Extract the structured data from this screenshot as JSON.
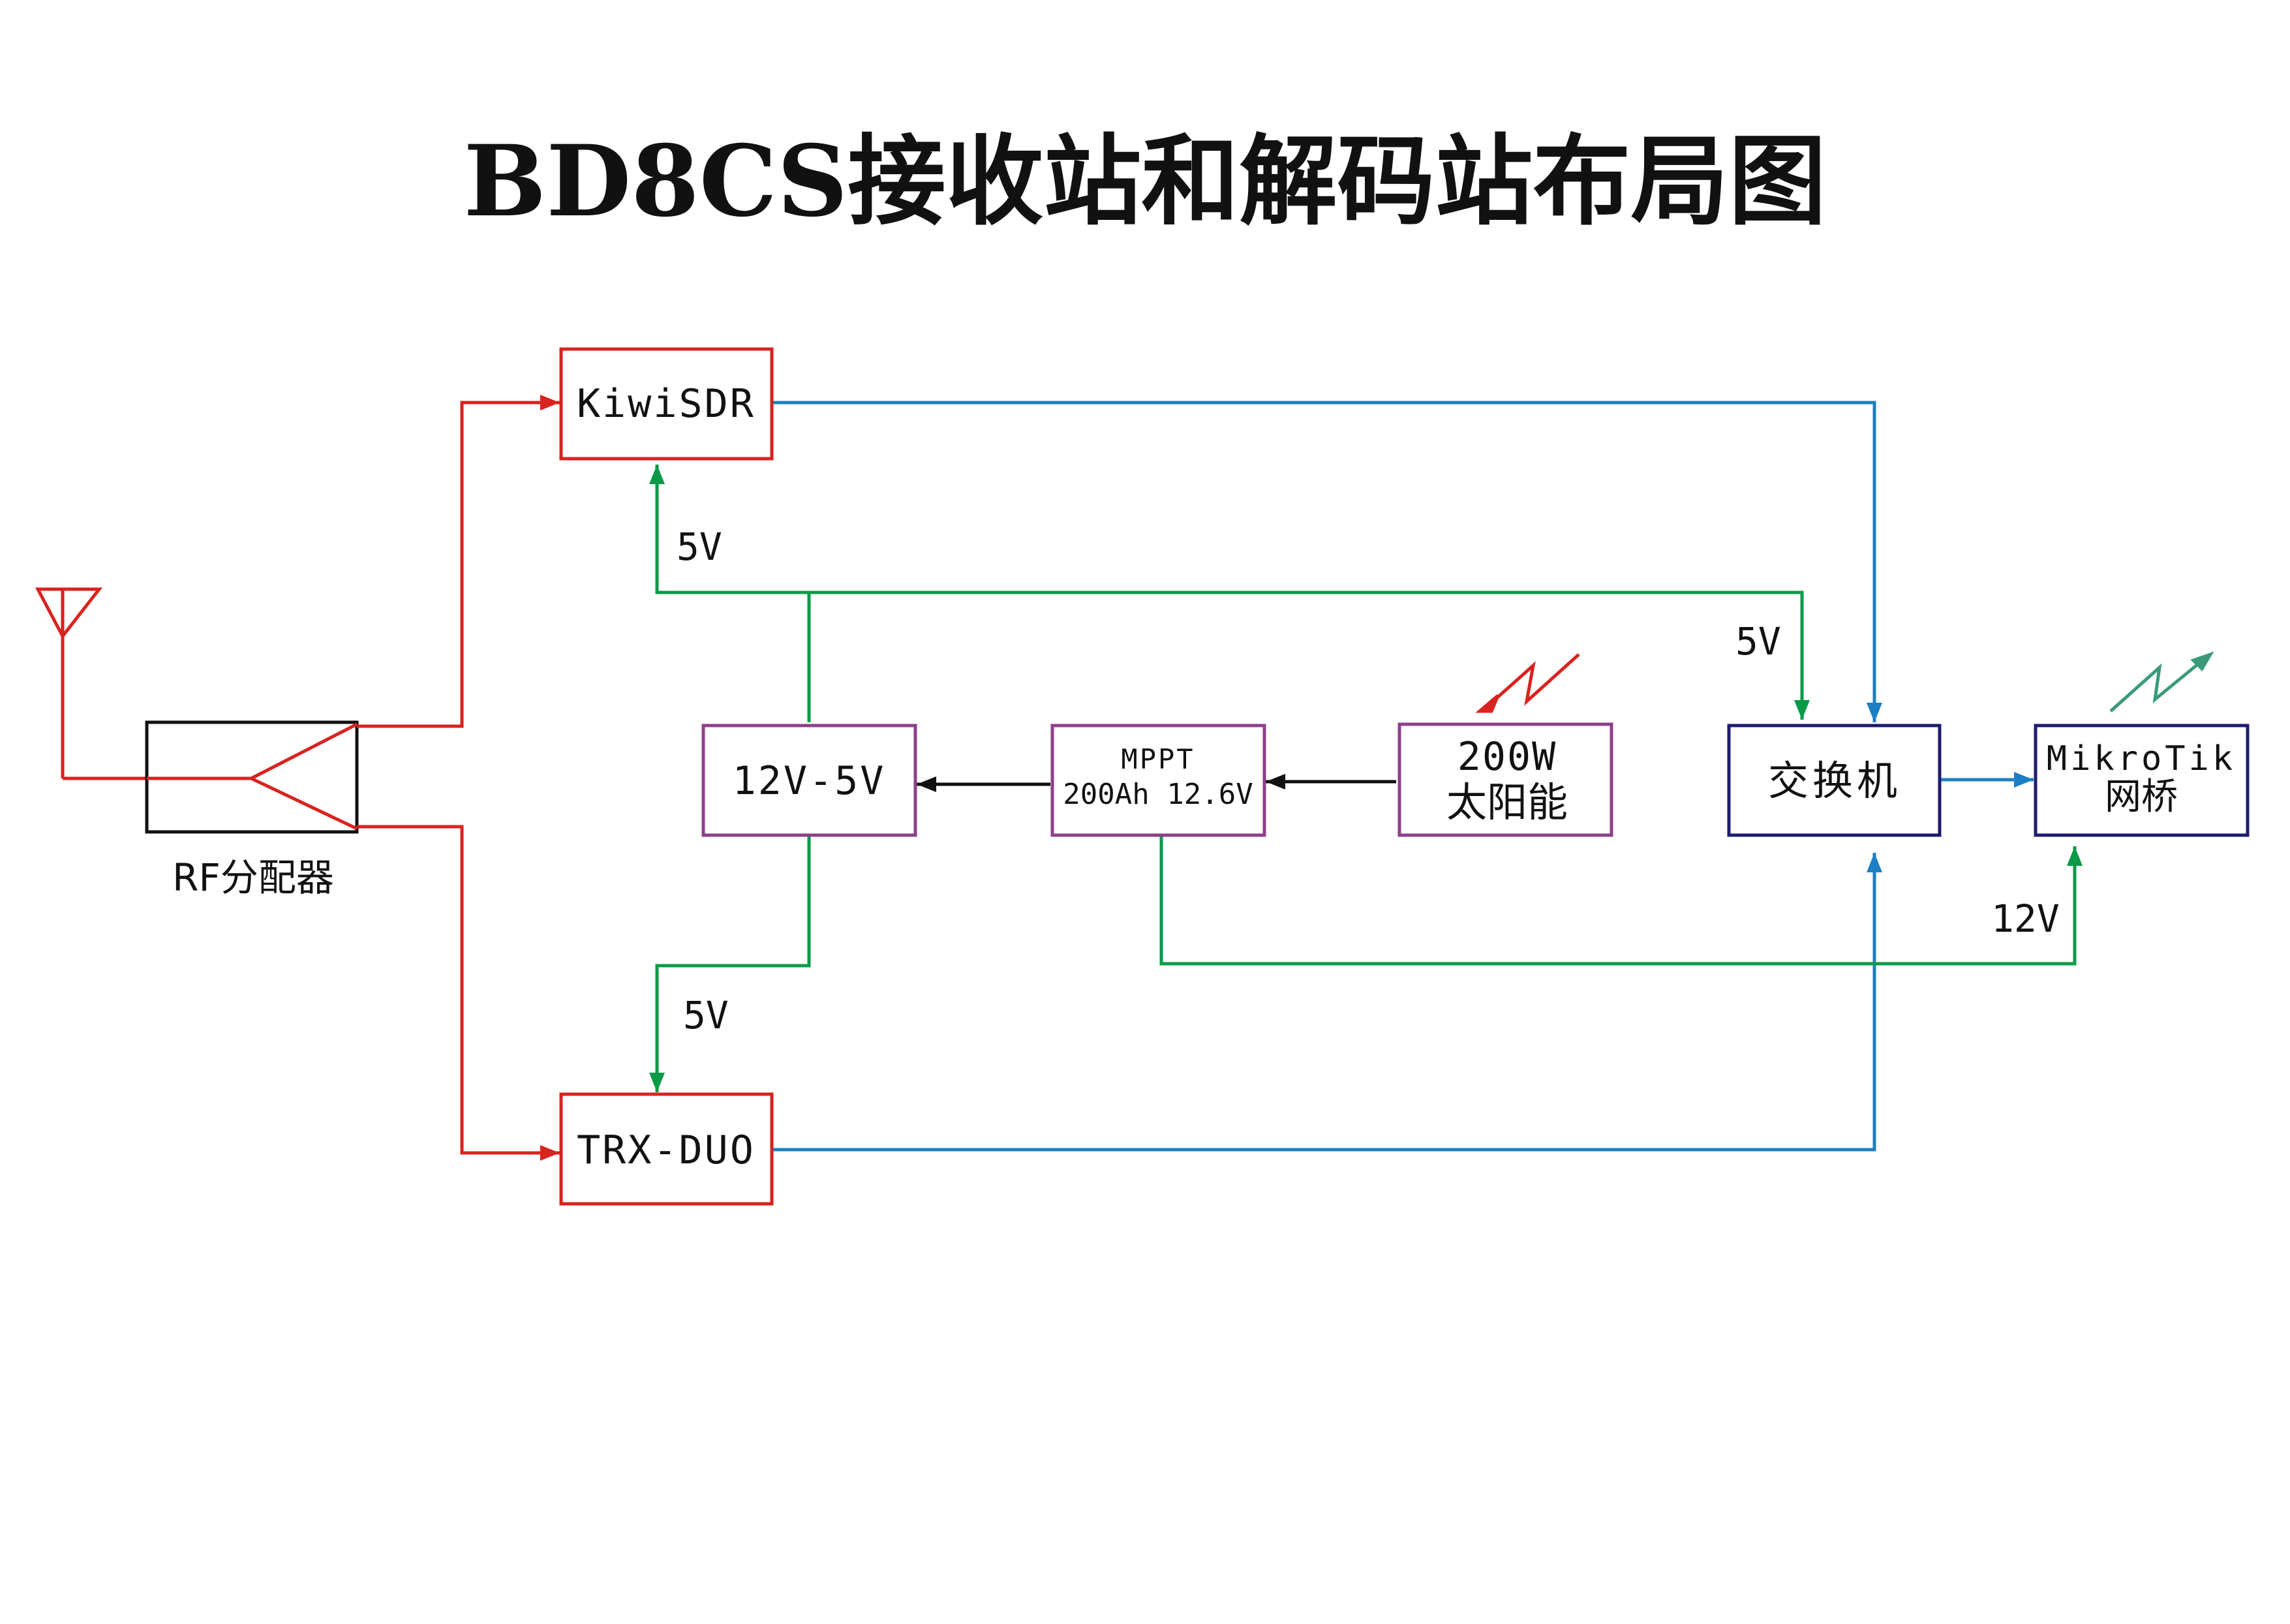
{
  "title": "BD8CS接收站和解码站布局图",
  "colors": {
    "rf": "#d8231f",
    "power": "#0a9a48",
    "network": "#1c7fc4",
    "power_box": "#8e3f8a",
    "network_box": "#1d1d6e",
    "signal": "#111111",
    "solar_icon": "#d8231f",
    "wireless_icon": "#3a9a7a"
  },
  "nodes": {
    "kiwisdr": "KiwiSDR",
    "trx_duo": "TRX-DUO",
    "splitter": "RF分配器",
    "converter": "12V-5V",
    "mppt_line1": "MPPT",
    "mppt_line2": "200Ah 12.6V",
    "solar_line1": "200W",
    "solar_line2": "太阳能",
    "switch": "交换机",
    "bridge_line1": "MikroTik",
    "bridge_line2": "网桥"
  },
  "edge_labels": {
    "kiwisdr_5v": "5V",
    "switch_5v": "5V",
    "trx_5v": "5V",
    "bridge_12v": "12V"
  },
  "icons": [
    "antenna-icon",
    "solar-bolt-icon",
    "wireless-bolt-icon"
  ]
}
